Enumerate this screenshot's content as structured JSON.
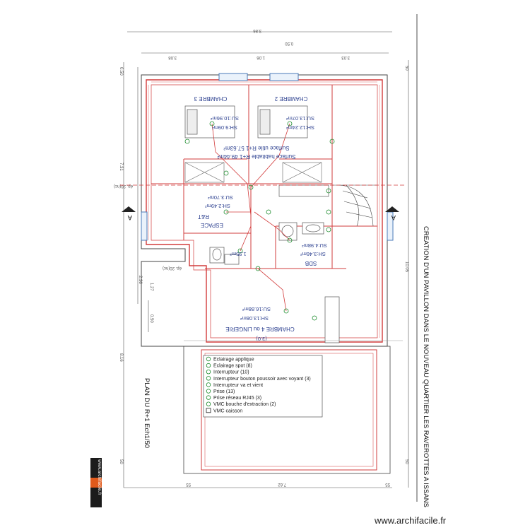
{
  "project_title": "CREATION D'UN PAVILLON  DANS LE NOUVEAU QUARTIER  LES RAVEROTTES  A  ISSANS",
  "plan_title": "PLAN DU R+1 Ech1/50",
  "rooms": {
    "chambre3": "CHAMBRE 3",
    "chambre2": "CHAMBRE 2",
    "chambre3_su": "SU:10.96m²",
    "chambre3_sh": "SH:9.09m²",
    "chambre2_su": "SU:13.07m²",
    "chambre2_sh": "SH:12.24m²",
    "surface_utile": "Surface utile R+1 57.63m²",
    "surface_habitable": "Surface habitable R+1 49.44m²",
    "espace": "ESPACE",
    "espace_sub": "R&T",
    "espace_su": "SU:3.70m²",
    "espace_sh": "SH:2.49m²",
    "sdb": "SDB",
    "sdb_su": "SU:4.98m²",
    "sdb_sh": "SH:3.46m²",
    "wc_area": "1.95m²",
    "chambre4": "CHAMBRE 4 ou LINGERIE",
    "chambre4_su": "SU:16.88m²",
    "chambre4_sh": "SH:13.08m²",
    "ht_small": "(3.0)"
  },
  "dimensions": {
    "top_total": "3.86",
    "top_d1": "3.08",
    "top_d2": "1.06",
    "top_d3": "3.03",
    "top_d4": "0.50",
    "left_total": "7.31",
    "left_lower": "8.16",
    "left_mid": "2.36",
    "left_small1": "0.50",
    "left_small2": "1.27",
    "right_total": "10.05",
    "right_top": "50",
    "right_bottom": "50",
    "bottom_total": "7.62",
    "bottom_left": "55",
    "bottom_right": "55",
    "left_ext1": "0.50",
    "left_ext2": "50",
    "note1": "ép. 20(nc)",
    "note2": "ép. 20(nc)"
  },
  "section_marker": "A",
  "legend": [
    {
      "label": "Eclairage applique",
      "icon": "wall-light-icon"
    },
    {
      "label": "Eclairage spot (8)",
      "icon": "spot-light-icon"
    },
    {
      "label": "Interrupteur (10)",
      "icon": "switch-icon"
    },
    {
      "label": "Interrupteur bouton poussoir avec voyant (3)",
      "icon": "push-button-icon"
    },
    {
      "label": "Interrupteur va et vient",
      "icon": "two-way-switch-icon"
    },
    {
      "label": "Prise (13)",
      "icon": "socket-icon"
    },
    {
      "label": "Prise réseau RJ45 (3)",
      "icon": "rj45-icon"
    },
    {
      "label": "VMC bouche d'extraction (2)",
      "icon": "vmc-vent-icon"
    },
    {
      "label": "VMC caisson",
      "icon": "vmc-box-icon"
    }
  ],
  "logo_text": "www.archifacile.fr",
  "watermark": "www.archifacile.fr",
  "colors": {
    "wall": "#d23c3c",
    "text_blue": "#2b3f8f",
    "electric": "#1a8a2a",
    "line": "#444444"
  }
}
